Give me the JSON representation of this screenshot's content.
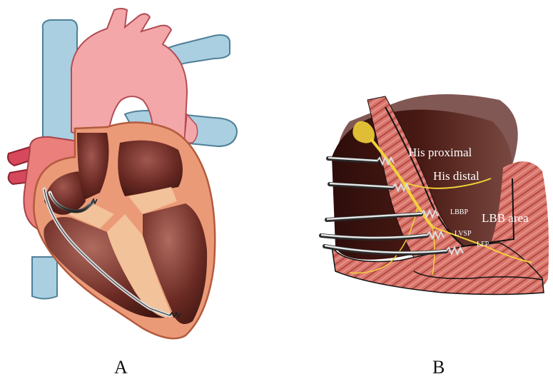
{
  "panels": {
    "a": {
      "label": "A"
    },
    "b": {
      "label": "B",
      "regions": {
        "his_proximal": "His proximal",
        "his_distal": "His distal",
        "lbb_area": "LBB area"
      },
      "lead_positions": {
        "lbbp": "LBBP",
        "lvsp": "LVSP",
        "lfp": "LFP"
      }
    }
  },
  "colors": {
    "vessel_blue": "#a9cfe0",
    "artery_pink": "#f4a7a8",
    "myocardium_orange": "#e9906a",
    "chamber_dark": "#5a231e",
    "conduction_yellow": "#f2d13a",
    "lead_gray": "#d9d9d9"
  }
}
